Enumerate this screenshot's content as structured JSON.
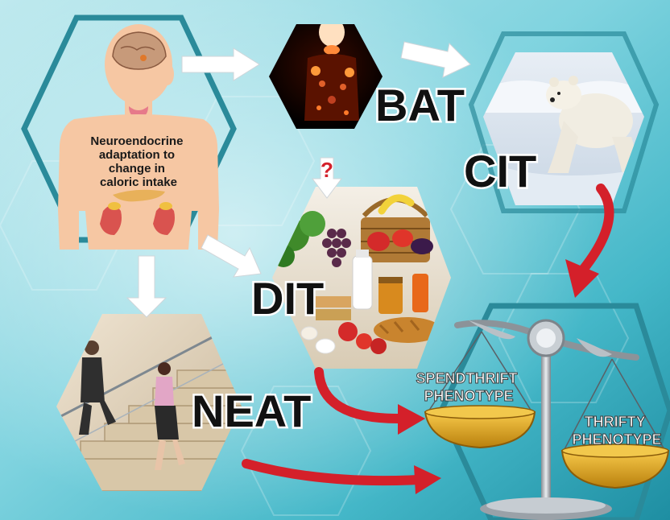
{
  "body_caption": [
    "Neuroendocrine",
    "adaptation to",
    "change in",
    "caloric intake"
  ],
  "labels": {
    "bat": "BAT",
    "cit": "CIT",
    "dit": "DIT",
    "neat": "NEAT",
    "question_mark": "?"
  },
  "scale": {
    "left_pan_lines": [
      "SPENDTHRIFT",
      "PHENOTYPE"
    ],
    "right_pan_lines": [
      "THRIFTY",
      "PHENOTYPE"
    ]
  },
  "colors": {
    "arrow_white": "#ffffff",
    "arrow_red": "#d4202a",
    "hex_teal": "#2a8a9a",
    "skin": "#f6c7a3",
    "pan_gold": "#e0a81e",
    "background_cyan": "#7fd3df"
  }
}
